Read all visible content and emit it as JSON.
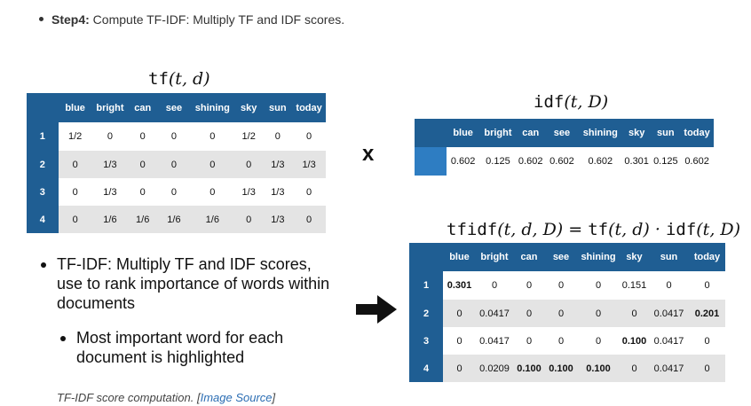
{
  "step": {
    "label": "Step4:",
    "text": " Compute TF-IDF: Multiply TF and IDF scores."
  },
  "formulas": {
    "tf": {
      "fn": "tf",
      "args": "(t, d)"
    },
    "idf": {
      "fn": "idf",
      "args": "(t, D)"
    },
    "tfidf": {
      "fn1": "tfidf",
      "args1": "(t, d, D) = ",
      "fn2": "tf",
      "args2": "(t, d) · ",
      "fn3": "idf",
      "args3": "(t, D)"
    }
  },
  "columns": [
    "blue",
    "bright",
    "can",
    "see",
    "shining",
    "sky",
    "sun",
    "today"
  ],
  "tf_table": {
    "rows": [
      {
        "doc": "1",
        "values": [
          "1/2",
          "0",
          "0",
          "0",
          "0",
          "1/2",
          "0",
          "0"
        ]
      },
      {
        "doc": "2",
        "values": [
          "0",
          "1/3",
          "0",
          "0",
          "0",
          "0",
          "1/3",
          "1/3"
        ]
      },
      {
        "doc": "3",
        "values": [
          "0",
          "1/3",
          "0",
          "0",
          "0",
          "1/3",
          "1/3",
          "0"
        ]
      },
      {
        "doc": "4",
        "values": [
          "0",
          "1/6",
          "1/6",
          "1/6",
          "1/6",
          "0",
          "1/3",
          "0"
        ]
      }
    ]
  },
  "idf_table": {
    "values": [
      "0.602",
      "0.125",
      "0.602",
      "0.602",
      "0.602",
      "0.301",
      "0.125",
      "0.602"
    ]
  },
  "tfidf_table": {
    "rows": [
      {
        "doc": "1",
        "values": [
          "0.301",
          "0",
          "0",
          "0",
          "0",
          "0.151",
          "0",
          "0"
        ],
        "highlight": [
          0
        ]
      },
      {
        "doc": "2",
        "values": [
          "0",
          "0.0417",
          "0",
          "0",
          "0",
          "0",
          "0.0417",
          "0.201"
        ],
        "highlight": [
          7
        ]
      },
      {
        "doc": "3",
        "values": [
          "0",
          "0.0417",
          "0",
          "0",
          "0",
          "0.100",
          "0.0417",
          "0"
        ],
        "highlight": [
          5
        ]
      },
      {
        "doc": "4",
        "values": [
          "0",
          "0.0209",
          "0.100",
          "0.100",
          "0.100",
          "0",
          "0.0417",
          "0"
        ],
        "highlight": [
          2,
          3,
          4
        ]
      }
    ]
  },
  "operator": "x",
  "bullets": {
    "main": "TF-IDF: Multiply TF and IDF scores, use to rank importance of words within documents",
    "sub": "Most important word for each document is highlighted"
  },
  "caption": {
    "text": "TF-IDF score computation. [",
    "link": "Image Source",
    "end": "]"
  },
  "colors": {
    "header": "#1f5e93",
    "idf_row_head": "#2e7dc2",
    "stripe": "#e4e4e4",
    "link": "#2b6db3"
  }
}
